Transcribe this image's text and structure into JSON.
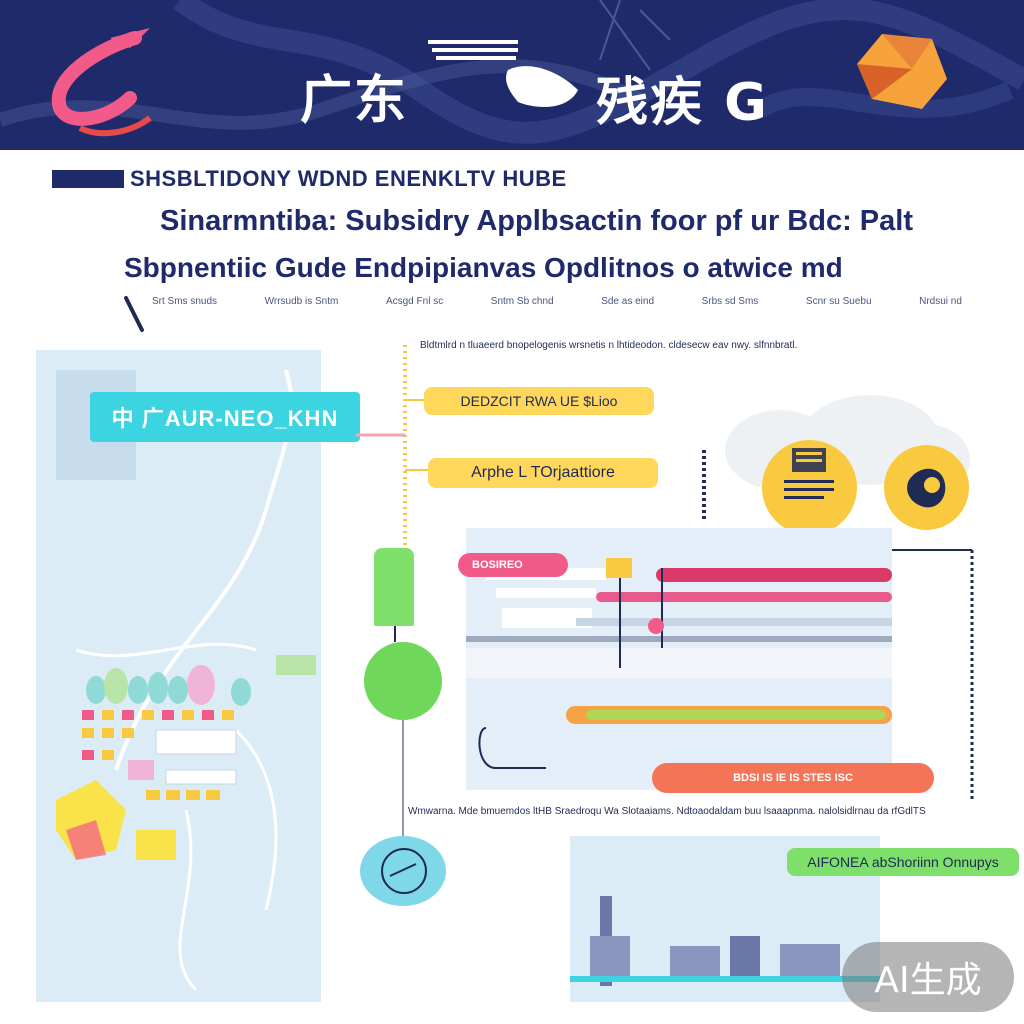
{
  "banner": {
    "title_left": "广东",
    "title_right": "残疾 G",
    "accent_colors": [
      "#1f2a6b",
      "#f25a8a",
      "#f5a33a"
    ]
  },
  "header": {
    "kicker": "SHSBLTIDONY WDND ENENKLTV HUBE",
    "headline": "Sinarmntiba: Subsidry Applbsactin foor pf ur Bdc: Palt",
    "subline": "Sbpnentiic Gude Endpipianvas Opdlitnos o atwice md",
    "nav": [
      "Srt Sms snuds",
      "Wrrsudb is Sntm",
      "Acsgd Fnl sc",
      "Sntm Sb chnd",
      "Sde as eind",
      "Srbs sd Sms",
      "Scnr su Suebu",
      "Nrdsui nd"
    ]
  },
  "map": {
    "region_label": "中 广AUR-NEO_KHN"
  },
  "diagram": {
    "description": "Bldtmlrd n tluaeerd bnopelogenis wrsnetis n lhtideodon. cldesecw eav nwy. slfnnbratl.",
    "step_1": "DEDZCIT RWA UE $Lioo",
    "step_2": "Arphe L TOrjaattiore",
    "status_pill": "BOSIREO",
    "result_pill": "BDSI IS IE IS STES ISC",
    "footer": "Wmwarna. Mde bmuemdos ltHB Sraedroqu Wa Slotaaiams. Ndtoaodaldam buu lsaaapnma. nalolsidlrnau da rfGdlTS"
  },
  "bottom": {
    "green_label": "AIFONEA abShoriinn Onnupys"
  },
  "watermark": "AI生成"
}
